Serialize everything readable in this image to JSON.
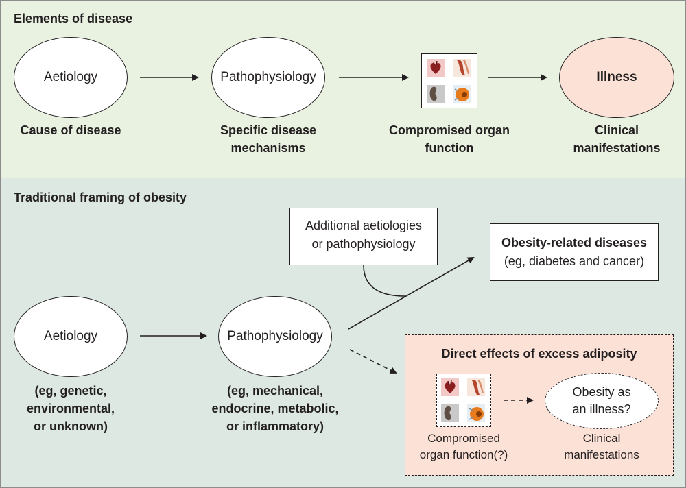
{
  "top_section": {
    "heading": "Elements of disease",
    "aetiology": "Aetiology",
    "pathophysiology": "Pathophysiology",
    "illness": "Illness",
    "caption_aetiology": "Cause of disease",
    "caption_patho_1": "Specific disease",
    "caption_patho_2": "mechanisms",
    "caption_organ_1": "Compromised organ",
    "caption_organ_2": "function",
    "caption_illness_1": "Clinical",
    "caption_illness_2": "manifestations"
  },
  "bottom_section": {
    "heading": "Traditional framing of obesity",
    "aetiology": "Aetiology",
    "pathophysiology": "Pathophysiology",
    "aetiology_examples": [
      "(eg, genetic,",
      "environmental,",
      "or unknown)"
    ],
    "patho_examples": [
      "(eg, mechanical,",
      "endocrine, metabolic,",
      "or inflammatory)"
    ],
    "additional_1": "Additional aetiologies",
    "additional_2": "or pathophysiology",
    "obesity_related_title": "Obesity-related diseases",
    "obesity_related_sub": "(eg, diabetes and cancer)",
    "direct_effects_title": "Direct effects of excess adiposity",
    "obesity_illness_1": "Obesity as",
    "obesity_illness_2": "an illness?",
    "compromised_1": "Compromised",
    "compromised_2": "organ function(?)",
    "clinical_1": "Clinical",
    "clinical_2": "manifestations"
  },
  "organ_icons": [
    "heart-icon",
    "muscle-icon",
    "kidney-icon",
    "eye-icon"
  ],
  "colors": {
    "top_panel": "#e9f1e1",
    "bottom_panel": "#dce8e1",
    "illness_fill": "#fbe1d6",
    "direct_effects_fill": "#fbe1d6"
  }
}
